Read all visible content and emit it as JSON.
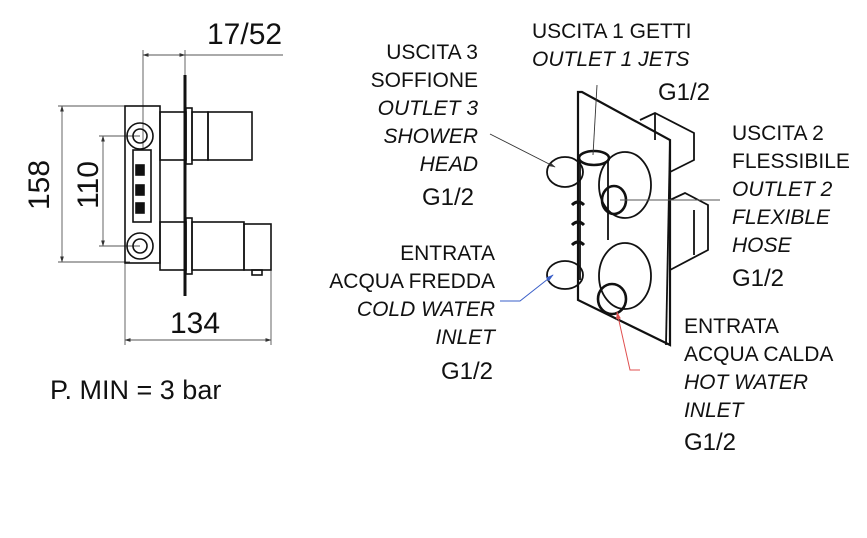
{
  "front_view": {
    "dimensions": {
      "depth": "17/52",
      "height_total": "158",
      "height_centers": "110",
      "width_total": "134"
    },
    "min_pressure": "P. MIN = 3 bar"
  },
  "iso_view": {
    "labels": {
      "outlet1": {
        "it_line1": "USCITA 1 GETTI",
        "en_line1": "OUTLET 1 JETS",
        "thread": "G1/2"
      },
      "outlet3": {
        "it_line1": "USCITA 3",
        "it_line2": "SOFFIONE",
        "en_line1": "OUTLET 3",
        "en_line2": "SHOWER",
        "en_line3": "HEAD",
        "thread": "G1/2"
      },
      "outlet2": {
        "it_line1": "USCITA 2",
        "it_line2": "FLESSIBILE",
        "en_line1": "OUTLET 2",
        "en_line2": "FLEXIBLE",
        "en_line3": "HOSE",
        "thread": "G1/2"
      },
      "cold_inlet": {
        "it_line1": "ENTRATA",
        "it_line2": "ACQUA FREDDA",
        "en_line1": "COLD WATER",
        "en_line2": "INLET",
        "thread": "G1/2"
      },
      "hot_inlet": {
        "it_line1": "ENTRATA",
        "it_line2": "ACQUA CALDA",
        "en_line1": "HOT WATER",
        "en_line2": "INLET",
        "thread": "G1/2"
      }
    },
    "colors": {
      "cold_leader": "#3a5fc8",
      "hot_leader": "#e05050",
      "line": "#111111",
      "dim_line": "#555555"
    }
  }
}
